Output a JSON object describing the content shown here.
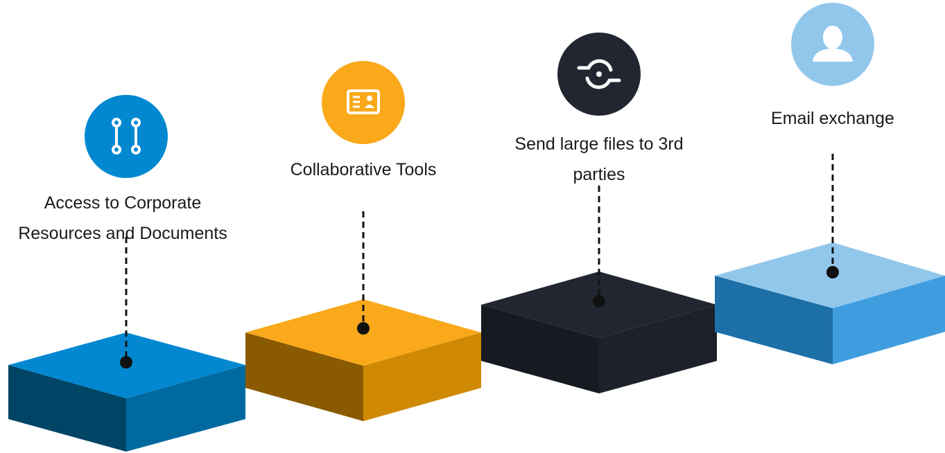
{
  "steps": [
    {
      "id": "corporate-access",
      "icon": "path-connection-icon",
      "lines": [
        "Access to Corporate",
        "Resources and Documents"
      ],
      "colors": {
        "circle": "#0288d1",
        "top": "#0288d1",
        "left": "#004466",
        "right": "#006aa0"
      }
    },
    {
      "id": "collaborative-tools",
      "icon": "contact-card-icon",
      "lines": [
        "Collaborative Tools"
      ],
      "colors": {
        "circle": "#f9a91a",
        "top": "#f9a91a",
        "left": "#8a5a00",
        "right": "#cf8905"
      }
    },
    {
      "id": "send-large-files",
      "icon": "sync-icon",
      "lines": [
        "Send large files to 3rd",
        "parties"
      ],
      "colors": {
        "circle": "#212630",
        "top": "#212630",
        "left": "#161a21",
        "right": "#1d2129"
      }
    },
    {
      "id": "email-exchange",
      "icon": "user-icon",
      "lines": [
        "Email exchange"
      ],
      "colors": {
        "circle": "#92c7ec",
        "top": "#92c7ec",
        "left": "#1d6fa8",
        "right": "#3f9ddf"
      }
    }
  ]
}
